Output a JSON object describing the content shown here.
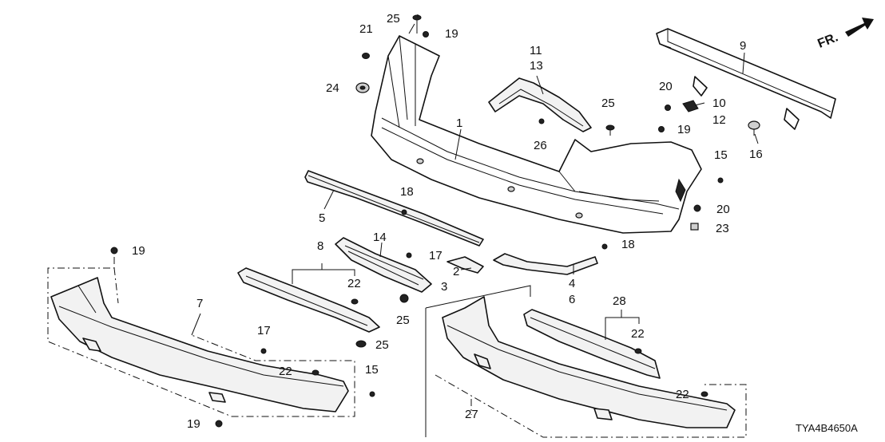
{
  "diagram_code": "TYA4B4650A",
  "front_label": "FR.",
  "callouts": {
    "c1": "1",
    "c2": "2",
    "c3": "3",
    "c4": "4",
    "c5": "5",
    "c6": "6",
    "c7": "7",
    "c8": "8",
    "c9": "9",
    "c10": "10",
    "c11": "11",
    "c12": "12",
    "c13": "13",
    "c14": "14",
    "c15a": "15",
    "c15b": "15",
    "c16": "16",
    "c17a": "17",
    "c17b": "17",
    "c18a": "18",
    "c18b": "18",
    "c19a": "19",
    "c19b": "19",
    "c19c": "19",
    "c19d": "19",
    "c20a": "20",
    "c20b": "20",
    "c21": "21",
    "c22a": "22",
    "c22b": "22",
    "c22c": "22",
    "c22d": "22",
    "c23": "23",
    "c24": "24",
    "c25a": "25",
    "c25b": "25",
    "c25c": "25",
    "c25d": "25",
    "c26": "26",
    "c27": "27",
    "c28": "28"
  }
}
